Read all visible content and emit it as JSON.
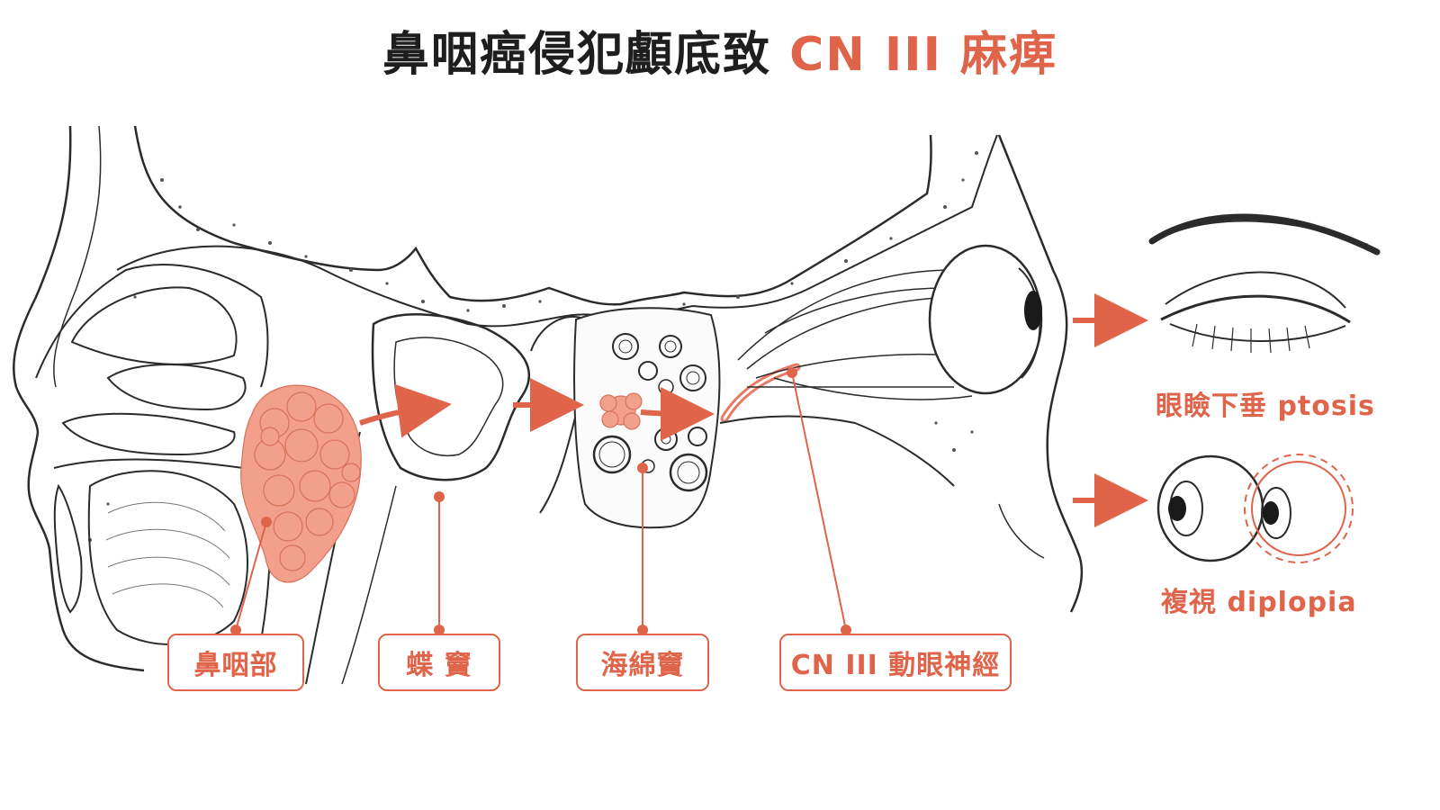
{
  "title": {
    "main": "鼻咽癌侵犯顱底致",
    "accent": "CN III 麻痺"
  },
  "labels": {
    "nasopharynx": "鼻咽部",
    "sphenoid_sinus": "蝶 竇",
    "cavernous_sinus": "海綿竇",
    "cn3": "CN III 動眼神經"
  },
  "symptoms": {
    "ptosis": "眼瞼下垂 ptosis",
    "diplopia": "複視 diplopia"
  },
  "colors": {
    "accent": "#e0644a",
    "tumor": "#f2a08c",
    "line": "#2b2b2b"
  }
}
